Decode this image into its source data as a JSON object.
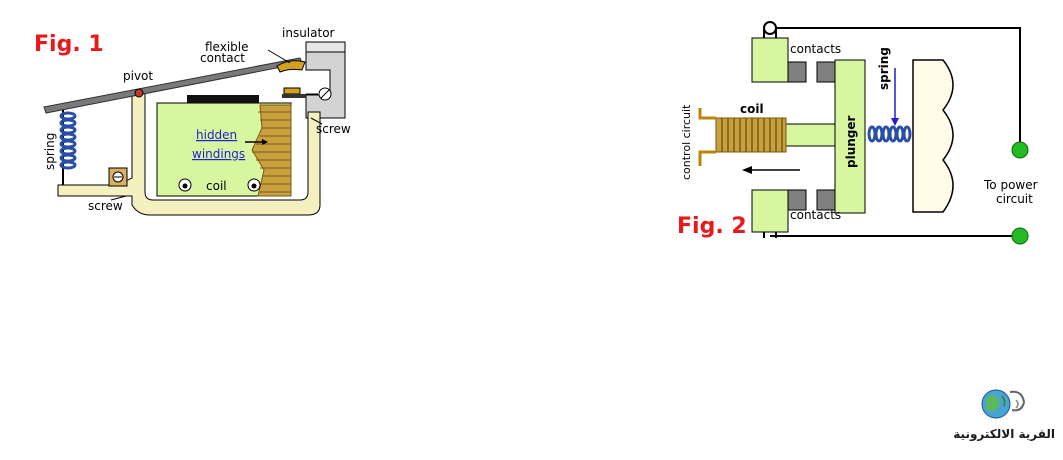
{
  "fig1": {
    "title": "Fig. 1",
    "labels": {
      "insulator": "insulator",
      "flexible": "flexible",
      "contact": "contact",
      "pivot": "pivot",
      "spring": "spring",
      "hidden": "hidden",
      "windings": "windings",
      "coil": "coil",
      "screw_right": "screw",
      "screw_bottom": "screw"
    }
  },
  "fig2": {
    "title": "Fig. 2",
    "labels": {
      "contacts_top": "contacts",
      "contacts_bottom": "contacts",
      "coil": "coil",
      "control_circuit": "control circuit",
      "plunger": "plunger",
      "spring": "spring",
      "to_power": "To power",
      "circuit": "circuit"
    }
  },
  "logo": {
    "text": "القرية الالكترونية"
  },
  "colors": {
    "fig_title": "#e8191c",
    "frame": "#f5f0c0",
    "coil_body": "#d8f5a0",
    "coil_wire": "#b8860b",
    "spring": "#2a4fa8",
    "terminal": "#22bb22",
    "contact_block": "#808080"
  }
}
